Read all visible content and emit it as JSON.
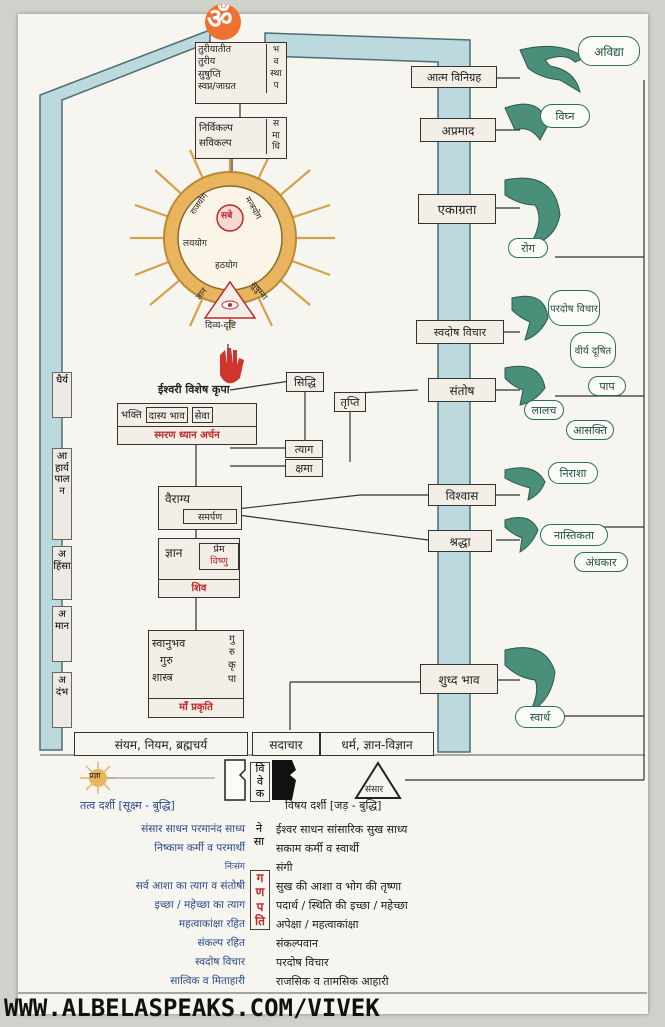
{
  "top_symbol": "ॐ",
  "stack_top": {
    "left_lines": [
      "तुरीयातीत",
      "तुरीय",
      "सुषुप्ति",
      "स्वप्न/जाग्रत"
    ],
    "right_chars": [
      "भ",
      "व",
      "स्था",
      "प"
    ]
  },
  "stack_samadhi": {
    "left_lines": [
      "निर्विकल्प",
      "सविकल्प"
    ],
    "right_chars": [
      "स",
      "मा",
      "धि"
    ]
  },
  "sun_ring": {
    "center": "सबे",
    "labels": [
      "राजयोग",
      "मन्त्रयोग",
      "हठयोग",
      "लययोग"
    ]
  },
  "eye": {
    "label": "दिव्य-दृष्टि",
    "side_left": "ज्ञान",
    "side_right": "सुषुम्ना"
  },
  "grace": "ईश्वरी विशेष कृपा",
  "siddhi": "सिद्धि",
  "tripti": "तृप्ति",
  "bhakti_box": {
    "items": [
      "भक्ति",
      "दास्य भाव",
      "सेवा"
    ],
    "bottom": "स्मरण ध्यान अर्चन"
  },
  "tyag": "त्याग",
  "kshama": "क्षमा",
  "vairagya": {
    "top": "वैराग्य",
    "bottom": "समर्पण"
  },
  "gyan_box": {
    "left": "ज्ञान",
    "right_top": "प्रेम",
    "right_bottom": "विष्णु",
    "bottom": "शिव"
  },
  "guru_box": {
    "lines": [
      "स्वानुभव",
      "गुरु",
      "शास्त्र"
    ],
    "right_chars": [
      "गु",
      "रु",
      "कृ",
      "पा"
    ],
    "bottom": "माँ प्रकृति"
  },
  "left_column": [
    {
      "label": "धैर्य"
    },
    {
      "label": "आहार्य पालन"
    },
    {
      "label": "अहिंसा"
    },
    {
      "label": "अमान"
    },
    {
      "label": "अदंभ"
    }
  ],
  "right_virtues": [
    "आत्म विनिग्रह",
    "अप्रमाद",
    "एकाग्रता",
    "स्वदोष विचार",
    "संतोष",
    "विश्वास",
    "श्रद्धा",
    "शुध्द भाव"
  ],
  "demons": [
    {
      "tag": "अविद्या"
    },
    {
      "tag": "विघ्न"
    },
    {
      "tag": "रोग"
    },
    {
      "tag": "परदोष विचार",
      "extra": [
        "वीर्य दूषित",
        "पाप"
      ]
    },
    {
      "tag": "लालच",
      "extra": [
        "आसक्ति"
      ]
    },
    {
      "tag": "निराशा"
    },
    {
      "tag": "नास्तिकता",
      "extra": [
        "अंधकार"
      ]
    },
    {
      "tag": "स्वार्थ"
    }
  ],
  "bottom_band": {
    "yam": "संयम, नियम, ब्रह्मचर्य",
    "sadachar": "सदाचार",
    "dharma": "धर्म, ज्ञान-विज्ञान"
  },
  "sun_small": "प्रज्ञा",
  "sansar": "संसार",
  "viveka_chars": [
    "वि",
    "वे",
    "क"
  ],
  "ne_sa": [
    "ने",
    "सा"
  ],
  "ganapati": [
    "ग",
    "ण",
    "प",
    "ति"
  ],
  "tatva": {
    "title": "तत्व दर्शी [सूक्ष्म - बुद्धि]",
    "lines": [
      "संसार साधन परमानंद साध्य",
      "निष्काम कर्मी व परमार्थी",
      "निःसंग",
      "सर्व आशा का त्याग व संतोषी",
      "इच्छा / महेच्छा का त्याग",
      "महत्वाकांक्षा रहित",
      "संकल्प रहित",
      "स्वदोष विचार",
      "सात्विक व मिताहारी"
    ]
  },
  "vishay": {
    "title": "विषय दर्शी [जड़ - बुद्धि]",
    "lines": [
      "ईश्वर साधन सांसारिक सुख साध्य",
      "सकाम कर्मी व स्वार्थी",
      "संगी",
      "सुख की आशा व भोग की तृष्णा",
      "पदार्थ / स्थिति की इच्छा / महेच्छा",
      "अपेक्षा / महत्वाकांक्षा",
      "संकल्पवान",
      "परदोष विचार",
      "राजसिक व तामसिक आहारी"
    ]
  },
  "footer": "WWW.ALBELASPEAKS.COM/VIVEK"
}
